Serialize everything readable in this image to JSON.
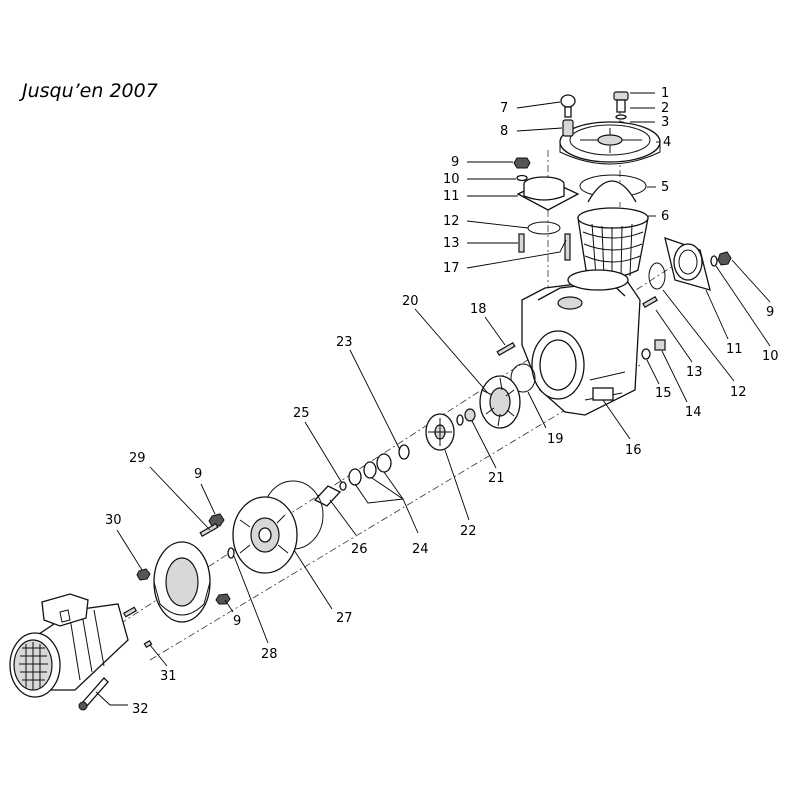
{
  "title": "Jusqu’en 2007",
  "callouts": [
    "1",
    "2",
    "3",
    "4",
    "5",
    "6",
    "7",
    "8",
    "9",
    "10",
    "11",
    "12",
    "13",
    "17",
    "20",
    "18",
    "23",
    "25",
    "29",
    "9",
    "30",
    "9",
    "28",
    "26",
    "27",
    "24",
    "22",
    "21",
    "19",
    "16",
    "15",
    "14",
    "13",
    "12",
    "11",
    "10",
    "9",
    "31",
    "32"
  ]
}
